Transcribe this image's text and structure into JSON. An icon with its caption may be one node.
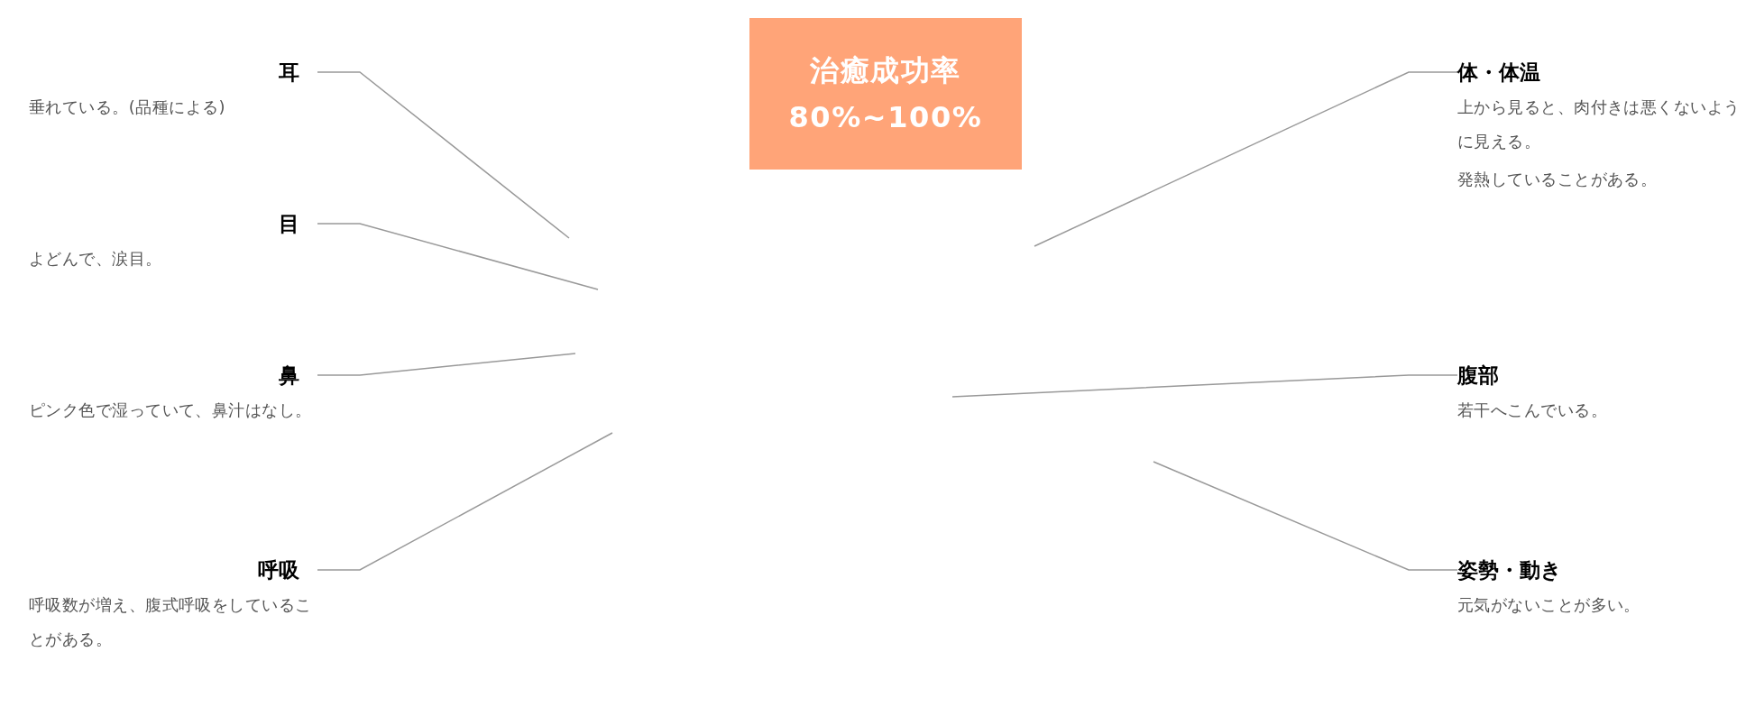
{
  "diagram": {
    "nodes": [
      {
        "text": [
          "治癒成功率",
          "80%~100%"
        ]
      },
      {
        "text": [
          "耳",
          "垂れている。(品種による)"
        ]
      },
      {
        "text": [
          "目",
          "よどんで、涙目。"
        ]
      },
      {
        "text": [
          "鼻",
          "ピンク色で湿っていて、鼻汁はなし。"
        ]
      },
      {
        "text": [
          "呼吸",
          "呼吸数が増え、腹式呼吸をしていることがある。"
        ]
      },
      {
        "text": [
          "体・体温",
          "上から見ると、肉付きは悪くないように見える。",
          "発熱していることがある。"
        ]
      },
      {
        "text": [
          "腹部",
          "若干へこんでいる。"
        ]
      },
      {
        "text": [
          "姿勢・動き",
          "元気がないことが多い。"
        ]
      }
    ],
    "edges": [
      {
        "from": 1,
        "to": null,
        "arrow": "none"
      },
      {
        "from": 2,
        "to": null,
        "arrow": "none"
      },
      {
        "from": 3,
        "to": null,
        "arrow": "none"
      },
      {
        "from": 4,
        "to": null,
        "arrow": "none"
      },
      {
        "from": 5,
        "to": null,
        "arrow": "none"
      },
      {
        "from": 6,
        "to": null,
        "arrow": "none"
      },
      {
        "from": 7,
        "to": null,
        "arrow": "none"
      }
    ]
  }
}
